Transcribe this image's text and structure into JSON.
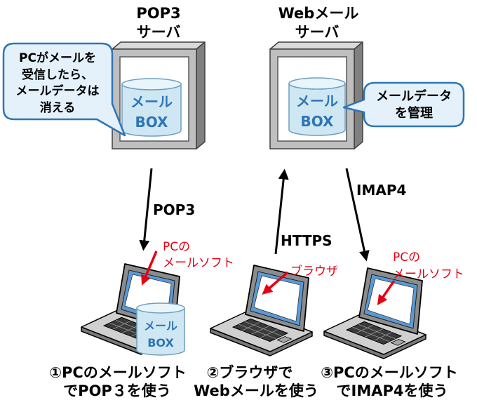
{
  "pop3_server": {
    "title": [
      "POP3",
      "サーバ"
    ],
    "mailbox": [
      "メール",
      "BOX"
    ],
    "callout": [
      "PCがメールを",
      "受信したら、",
      "メールデータは",
      "消える"
    ]
  },
  "webmail_server": {
    "title": [
      "Webメール",
      "サーバ"
    ],
    "mailbox": [
      "メール",
      "BOX"
    ],
    "callout": [
      "メールデータ",
      "を管理"
    ]
  },
  "protocols": {
    "pop3": "POP3",
    "https": "HTTPS",
    "imap4": "IMAP4"
  },
  "clients": [
    {
      "pointer": [
        "PCの",
        "メールソフト"
      ],
      "mailbox": [
        "メール",
        "BOX"
      ],
      "caption": [
        "①PCのメールソフト",
        "でPOP３を使う"
      ]
    },
    {
      "pointer": [
        "ブラウザ"
      ],
      "caption": [
        "②ブラウザで",
        "Webメールを使う"
      ]
    },
    {
      "pointer": [
        "PCの",
        "メールソフト"
      ],
      "caption": [
        "③PCのメールソフト",
        "でIMAP4を使う"
      ]
    }
  ],
  "colors": {
    "callout_fill": "#e4f1fa",
    "callout_border": "#2e75b6",
    "box_label": "#2e75b6",
    "box_fill": "#cfe7f2",
    "pointer_red": "#e60012",
    "server_frame": "#bfbfbf"
  }
}
